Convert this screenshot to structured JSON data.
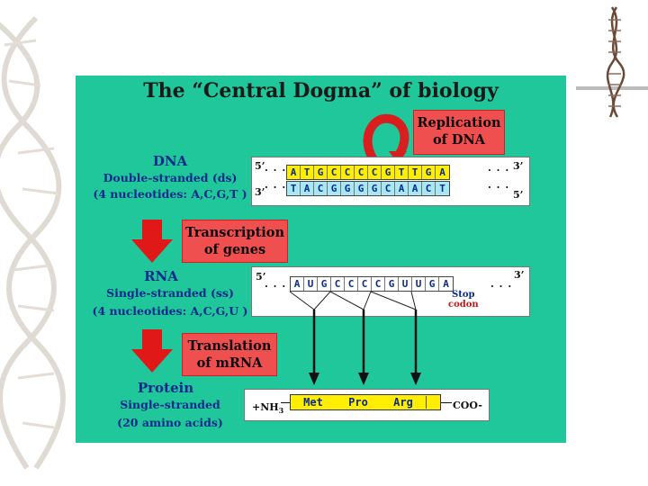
{
  "title": "The “Central Dogma” of biology",
  "dna": {
    "heading": "DNA",
    "line1": "Double-stranded (ds)",
    "line2": "(4 nucleotides: A,C,G,T )",
    "top_strand": [
      "A",
      "T",
      "G",
      "C",
      "C",
      "C",
      "C",
      "G",
      "T",
      "T",
      "G",
      "A"
    ],
    "bottom_strand": [
      "T",
      "A",
      "C",
      "G",
      "G",
      "G",
      "G",
      "C",
      "A",
      "A",
      "C",
      "T"
    ],
    "top_left_label": "5’",
    "top_right_label": "3’",
    "bottom_left_label": "3’",
    "bottom_right_label": "5’",
    "dots": ". . ."
  },
  "replication": {
    "line1": "Replication",
    "line2": "of DNA"
  },
  "transcription": {
    "line1": "Transcription",
    "line2": "of genes"
  },
  "rna": {
    "heading": "RNA",
    "line1": "Single-stranded (ss)",
    "line2": "(4 nucleotides: A,C,G,U )",
    "strand": [
      "A",
      "U",
      "G",
      "C",
      "C",
      "C",
      "C",
      "G",
      "U",
      "U",
      "G",
      "A"
    ],
    "left_label": "5’",
    "right_label": "3’",
    "dots": ". . .",
    "stop_label_1": "Stop",
    "stop_label_2": "codon"
  },
  "translation": {
    "line1": "Translation",
    "line2": "of mRNA"
  },
  "protein": {
    "heading": "Protein",
    "line1": "Single-stranded",
    "line2": "(20 amino acids)",
    "n_terminus": "+NH",
    "n_sub": "3",
    "c_terminus": "COO-",
    "amino_acids": [
      "Met",
      "Pro",
      "Arg"
    ]
  },
  "colors": {
    "background": "#1fc79a",
    "red_box": "#ef4f4f",
    "heading_text": "#0b2a8c",
    "dna_top_fill": "#ffee00",
    "dna_bottom_fill": "#a8e8f5",
    "amino_fill": "#ffee00"
  }
}
